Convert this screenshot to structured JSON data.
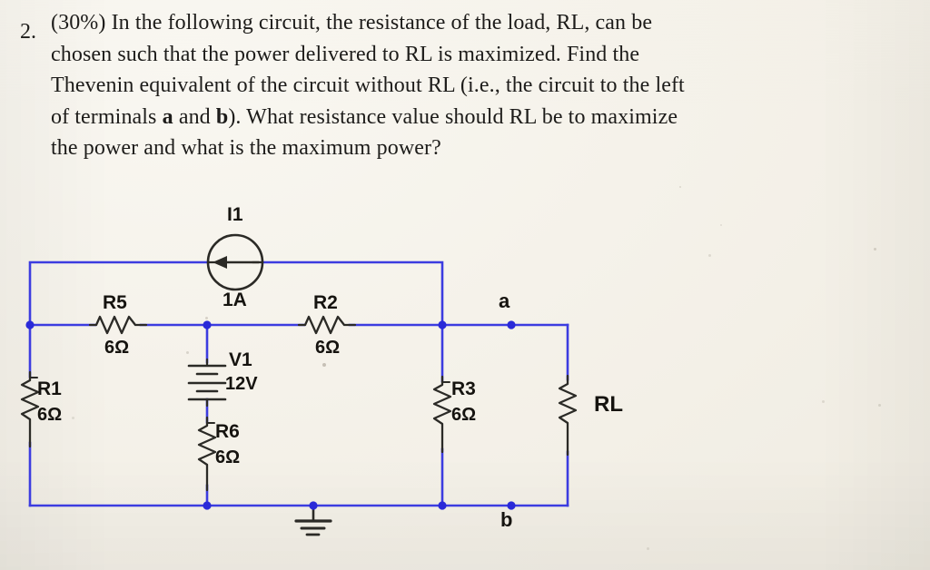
{
  "problem": {
    "number": "2.",
    "percent": "(30%)",
    "text_line1": "(30%) In the following circuit, the resistance of the load, RL, can be",
    "text_line2": "chosen such that the power delivered to RL is maximized. Find the",
    "text_line3": "Thevenin equivalent of the circuit without RL (i.e., the circuit to the left",
    "text_line4": "of terminals a and b). What resistance value should RL be to maximize",
    "text_line5": "the power and what is the maximum power?",
    "full_text": "(30%) In the following circuit, the resistance of the load, RL, can be chosen such that the power delivered to RL is maximized. Find the Thevenin equivalent of the circuit without RL (i.e., the circuit to the left of terminals a and b). What resistance value should RL be to maximize the power and what is the maximum power?"
  },
  "circuit": {
    "wire_color": "#3c3ce0",
    "symbol_color": "#2b2a26",
    "node_color": "#2a2ad8",
    "components": [
      {
        "id": "I1",
        "kind": "current-source",
        "name": "I1",
        "value": "1A",
        "orientation": "horizontal",
        "arrow": "left"
      },
      {
        "id": "R5",
        "kind": "resistor",
        "name": "R5",
        "value": "6Ω",
        "orientation": "horizontal"
      },
      {
        "id": "R2",
        "kind": "resistor",
        "name": "R2",
        "value": "6Ω",
        "orientation": "horizontal"
      },
      {
        "id": "R1",
        "kind": "resistor",
        "name": "R1",
        "value": "6Ω",
        "orientation": "vertical"
      },
      {
        "id": "V1",
        "kind": "voltage-source",
        "name": "V1",
        "value": "12V",
        "orientation": "vertical"
      },
      {
        "id": "R6",
        "kind": "resistor",
        "name": "R6",
        "value": "6Ω",
        "orientation": "vertical"
      },
      {
        "id": "R3",
        "kind": "resistor",
        "name": "R3",
        "value": "6Ω",
        "orientation": "vertical"
      },
      {
        "id": "RL",
        "kind": "resistor",
        "name": "RL",
        "value": "",
        "orientation": "vertical"
      },
      {
        "id": "GND",
        "kind": "ground",
        "name": "",
        "value": ""
      }
    ],
    "labels": {
      "i1_name": "I1",
      "i1_value": "1A",
      "r5_name": "R5",
      "r5_value": "6Ω",
      "r2_name": "R2",
      "r2_value": "6Ω",
      "r1_name": "R1",
      "r1_value": "6Ω",
      "v1_name": "V1",
      "v1_value": "12V",
      "r6_name": "R6",
      "r6_value": "6Ω",
      "r3_name": "R3",
      "r3_value": "6Ω",
      "rl_name": "RL",
      "terminal_a": "a",
      "terminal_b": "b"
    }
  }
}
